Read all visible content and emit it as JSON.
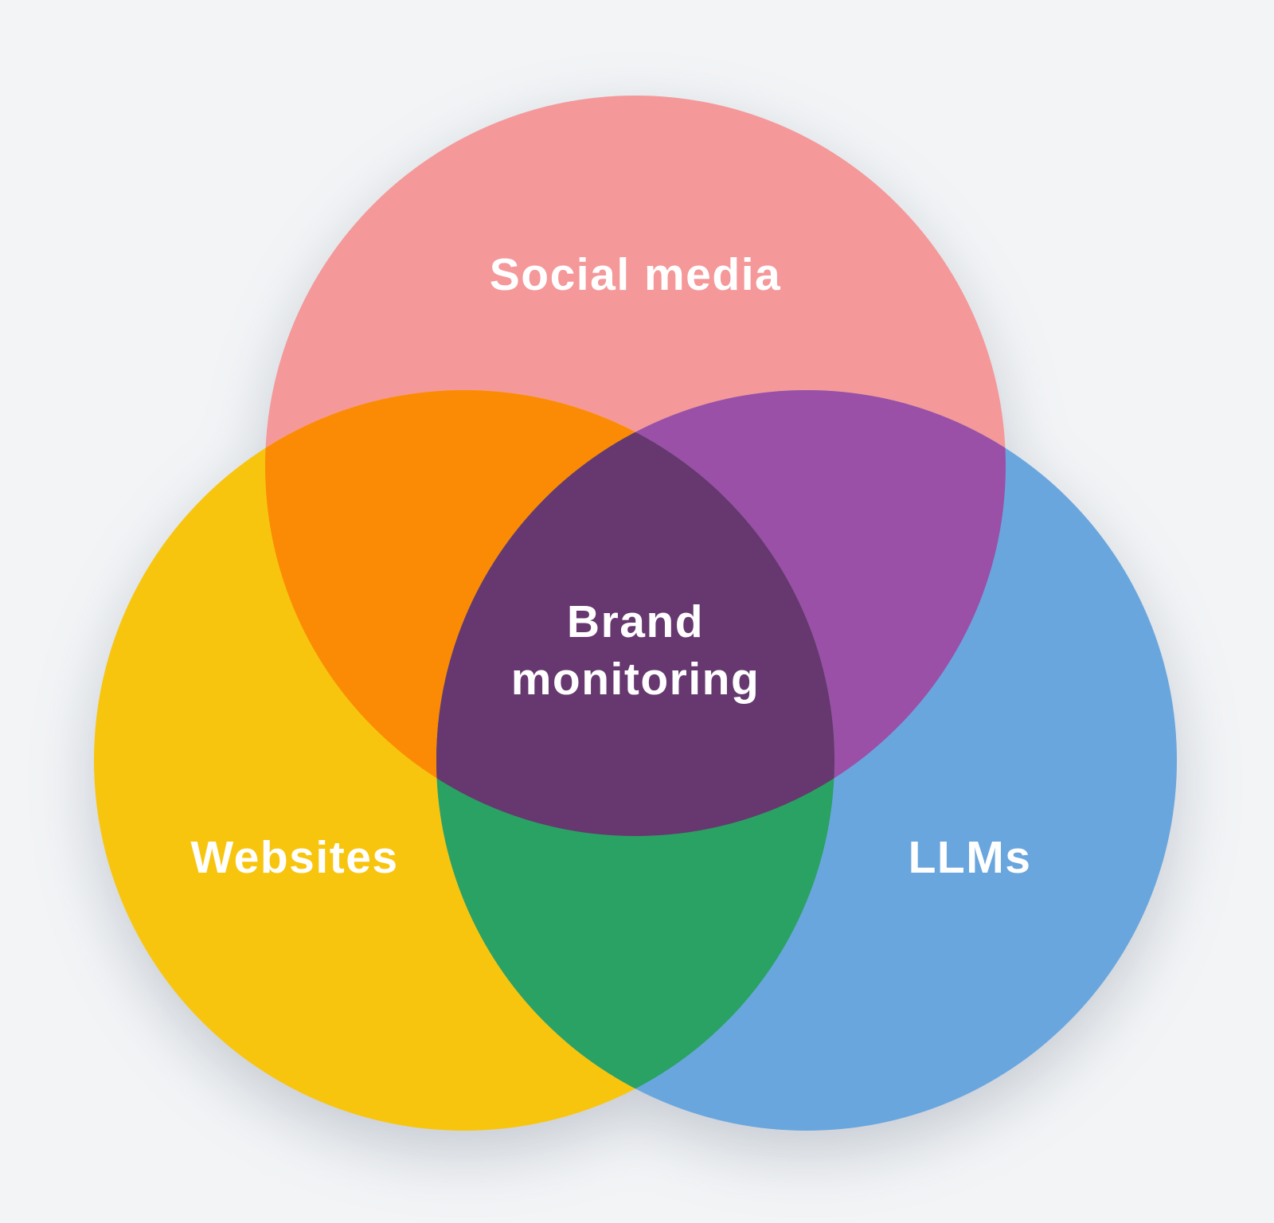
{
  "diagram": {
    "type": "venn",
    "background_color": "#F2F4F6",
    "text_color": "#FFFFFF",
    "sets": [
      {
        "id": "social-media",
        "label": "Social media",
        "color": "#F59899"
      },
      {
        "id": "websites",
        "label": "Websites",
        "color": "#F8C50E"
      },
      {
        "id": "llms",
        "label": "LLMs",
        "color": "#6AA6DE"
      }
    ],
    "overlaps": {
      "social_websites_color": "#FB8B04",
      "social_llms_color": "#9A50A6",
      "websites_llms_color": "#2AA263",
      "center_color": "#673770",
      "center_label": "Brand monitoring",
      "center_label_line1": "Brand",
      "center_label_line2": "monitoring"
    }
  }
}
